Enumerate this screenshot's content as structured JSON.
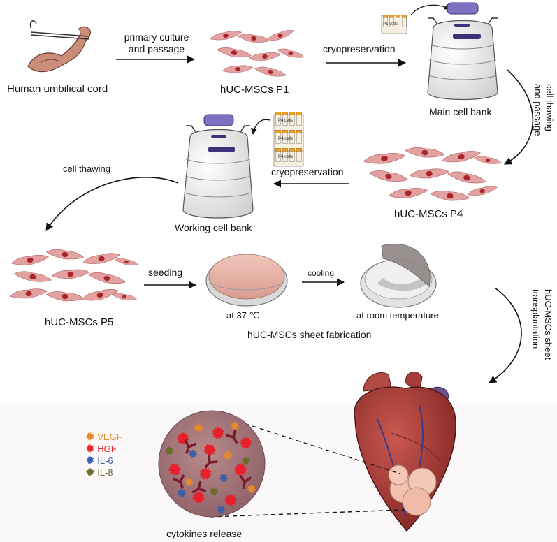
{
  "labels": {
    "umbilical_cord": "Human umbilical cord",
    "primary_culture_1": "primary culture",
    "primary_culture_2": "and passage",
    "p1": "hUC-MSCs P1",
    "cryo_top": "cryopreservation",
    "main_bank": "Main cell bank",
    "thawing_passage_1": "cell thawing",
    "thawing_passage_2": "and passage",
    "p4": "hUC-MSCs P4",
    "cryo_mid": "cryopreservation",
    "working_bank": "Working cell bank",
    "cell_thawing": "cell thawing",
    "p5": "hUC-MSCs P5",
    "seeding": "seeding",
    "cooling": "cooling",
    "at37": "at 37 ℃",
    "room_temp": "at room temperature",
    "sheet_fabrication": "hUC-MSCs sheet fabrication",
    "transplant_1": "hUC-MSCs sheet",
    "transplant_2": "transplantation",
    "cytokines": "cytokines release",
    "p1_cells_tag": "P1 cells",
    "p4_cells_tag": "P4 cells"
  },
  "legend": [
    {
      "name": "VEGF",
      "color": "#e8892a"
    },
    {
      "name": "HGF",
      "color": "#e8202a"
    },
    {
      "name": "IL-6",
      "color": "#3a5fa8"
    },
    {
      "name": "IL-8",
      "color": "#6b6b2e"
    }
  ],
  "colors": {
    "cell_fill": "#d97b7b",
    "nucleus": "#a8252c",
    "tank_cap": "#6b5fb3",
    "heart": "#a8393a",
    "dish": "#e8b4a8"
  }
}
